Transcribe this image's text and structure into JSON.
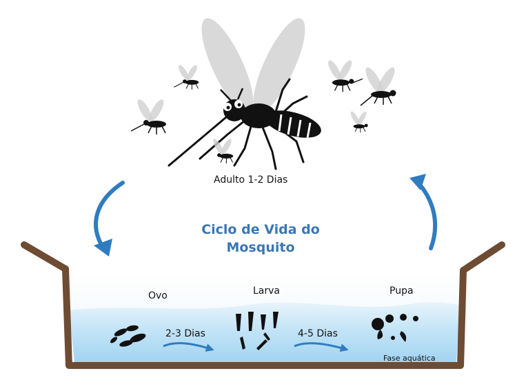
{
  "title_line1": "Ciclo de Vida do",
  "title_line2": "Mosquito",
  "stages": {
    "adult": "Adulto  1-2 Dias",
    "egg": "Ovo",
    "larva": "Larva",
    "pupa": "Pupa"
  },
  "durations": {
    "egg_to_larva": "2-3 Dias",
    "larva_to_pupa": "4-5 Dias"
  },
  "aquatic_phase": "Fase aquática",
  "colors": {
    "title": "#3a76b5",
    "arrow": "#2f7cc0",
    "container": "#6e4b33",
    "water_top": "#d6ecf8",
    "water_bottom": "#a9d8f3"
  }
}
